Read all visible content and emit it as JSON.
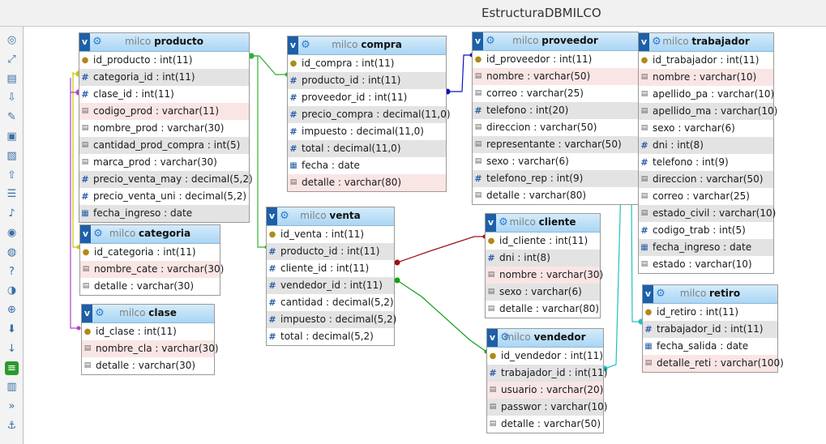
{
  "title": "EstructuraDBMILCO",
  "schema": "milco",
  "toolbar": [
    "restore-icon",
    "fit-icon",
    "add-table-icon",
    "export-icon",
    "edit-icon",
    "save-icon",
    "save-as-icon",
    "load-icon",
    "list-icon",
    "link-icon",
    "toggle-icon",
    "grid-icon",
    "help-icon",
    "small-icon",
    "all-icon",
    "down-icon",
    "download-icon",
    "relation-icon",
    "pdf-icon",
    "collapse-icon",
    "anchor-icon"
  ],
  "tables": [
    {
      "id": "producto",
      "name": "producto",
      "columns": [
        {
          "name": "id_producto : int(11)",
          "icon": "key",
          "bg": "none"
        },
        {
          "name": "categoria_id : int(11)",
          "icon": "index",
          "bg": "alt"
        },
        {
          "name": "clase_id : int(11)",
          "icon": "index",
          "bg": "none"
        },
        {
          "name": "codigo_prod : varchar(11)",
          "icon": "unique",
          "bg": "key"
        },
        {
          "name": "nombre_prod : varchar(30)",
          "icon": "field",
          "bg": "none"
        },
        {
          "name": "cantidad_prod_compra : int(5)",
          "icon": "field",
          "bg": "alt"
        },
        {
          "name": "marca_prod : varchar(30)",
          "icon": "field",
          "bg": "none"
        },
        {
          "name": "precio_venta_may : decimal(5,2)",
          "icon": "index",
          "bg": "alt"
        },
        {
          "name": "precio_venta_uni : decimal(5,2)",
          "icon": "index",
          "bg": "none"
        },
        {
          "name": "fecha_ingreso : date",
          "icon": "date",
          "bg": "alt"
        }
      ]
    },
    {
      "id": "categoria",
      "name": "categoria",
      "columns": [
        {
          "name": "id_categoria : int(11)",
          "icon": "key",
          "bg": "none"
        },
        {
          "name": "nombre_cate : varchar(30)",
          "icon": "unique",
          "bg": "key"
        },
        {
          "name": "detalle : varchar(30)",
          "icon": "field",
          "bg": "none"
        }
      ]
    },
    {
      "id": "clase",
      "name": "clase",
      "columns": [
        {
          "name": "id_clase : int(11)",
          "icon": "key",
          "bg": "none"
        },
        {
          "name": "nombre_cla : varchar(30)",
          "icon": "unique",
          "bg": "key"
        },
        {
          "name": "detalle : varchar(30)",
          "icon": "field",
          "bg": "none"
        }
      ]
    },
    {
      "id": "compra",
      "name": "compra",
      "columns": [
        {
          "name": "id_compra : int(11)",
          "icon": "key",
          "bg": "none"
        },
        {
          "name": "producto_id : int(11)",
          "icon": "index",
          "bg": "alt"
        },
        {
          "name": "proveedor_id : int(11)",
          "icon": "index",
          "bg": "none"
        },
        {
          "name": "precio_compra : decimal(11,0)",
          "icon": "index",
          "bg": "alt"
        },
        {
          "name": "impuesto : decimal(11,0)",
          "icon": "index",
          "bg": "none"
        },
        {
          "name": "total : decimal(11,0)",
          "icon": "index",
          "bg": "alt"
        },
        {
          "name": "fecha : date",
          "icon": "date",
          "bg": "none"
        },
        {
          "name": "detalle : varchar(80)",
          "icon": "unique",
          "bg": "key"
        }
      ]
    },
    {
      "id": "venta",
      "name": "venta",
      "columns": [
        {
          "name": "id_venta : int(11)",
          "icon": "key",
          "bg": "none"
        },
        {
          "name": "producto_id : int(11)",
          "icon": "index",
          "bg": "alt"
        },
        {
          "name": "cliente_id : int(11)",
          "icon": "index",
          "bg": "none"
        },
        {
          "name": "vendedor_id : int(11)",
          "icon": "index",
          "bg": "alt"
        },
        {
          "name": "cantidad : decimal(5,2)",
          "icon": "index",
          "bg": "none"
        },
        {
          "name": "impuesto : decimal(5,2)",
          "icon": "index",
          "bg": "alt"
        },
        {
          "name": "total : decimal(5,2)",
          "icon": "index",
          "bg": "none"
        }
      ]
    },
    {
      "id": "proveedor",
      "name": "proveedor",
      "columns": [
        {
          "name": "id_proveedor : int(11)",
          "icon": "key",
          "bg": "none"
        },
        {
          "name": "nombre : varchar(50)",
          "icon": "unique",
          "bg": "key"
        },
        {
          "name": "correo : varchar(25)",
          "icon": "field",
          "bg": "none"
        },
        {
          "name": "telefono : int(20)",
          "icon": "index",
          "bg": "alt"
        },
        {
          "name": "direccion : varchar(50)",
          "icon": "field",
          "bg": "none"
        },
        {
          "name": "representante : varchar(50)",
          "icon": "field",
          "bg": "alt"
        },
        {
          "name": "sexo : varchar(6)",
          "icon": "field",
          "bg": "none"
        },
        {
          "name": "telefono_rep : int(9)",
          "icon": "index",
          "bg": "alt"
        },
        {
          "name": "detalle : varchar(80)",
          "icon": "field",
          "bg": "none"
        }
      ]
    },
    {
      "id": "cliente",
      "name": "cliente",
      "columns": [
        {
          "name": "id_cliente : int(11)",
          "icon": "key",
          "bg": "none"
        },
        {
          "name": "dni : int(8)",
          "icon": "index",
          "bg": "alt"
        },
        {
          "name": "nombre : varchar(30)",
          "icon": "unique",
          "bg": "key"
        },
        {
          "name": "sexo : varchar(6)",
          "icon": "field",
          "bg": "alt"
        },
        {
          "name": "detalle : varchar(80)",
          "icon": "field",
          "bg": "none"
        }
      ]
    },
    {
      "id": "vendedor",
      "name": "vendedor",
      "columns": [
        {
          "name": "id_vendedor : int(11)",
          "icon": "key",
          "bg": "none"
        },
        {
          "name": "trabajador_id : int(11)",
          "icon": "index",
          "bg": "alt"
        },
        {
          "name": "usuario : varchar(20)",
          "icon": "unique",
          "bg": "key"
        },
        {
          "name": "passwor : varchar(10)",
          "icon": "field",
          "bg": "alt"
        },
        {
          "name": "detalle : varchar(50)",
          "icon": "field",
          "bg": "none"
        }
      ]
    },
    {
      "id": "trabajador",
      "name": "trabajador",
      "columns": [
        {
          "name": "id_trabajador : int(11)",
          "icon": "key",
          "bg": "none"
        },
        {
          "name": "nombre : varchar(10)",
          "icon": "unique",
          "bg": "key"
        },
        {
          "name": "apellido_pa : varchar(10)",
          "icon": "field",
          "bg": "none"
        },
        {
          "name": "apellido_ma : varchar(10)",
          "icon": "field",
          "bg": "alt"
        },
        {
          "name": "sexo : varchar(6)",
          "icon": "field",
          "bg": "none"
        },
        {
          "name": "dni : int(8)",
          "icon": "index",
          "bg": "alt"
        },
        {
          "name": "telefono : int(9)",
          "icon": "index",
          "bg": "none"
        },
        {
          "name": "direccion : varchar(50)",
          "icon": "field",
          "bg": "alt"
        },
        {
          "name": "correo : varchar(25)",
          "icon": "field",
          "bg": "none"
        },
        {
          "name": "estado_civil : varchar(10)",
          "icon": "field",
          "bg": "alt"
        },
        {
          "name": "codigo_trab : int(5)",
          "icon": "index",
          "bg": "none"
        },
        {
          "name": "fecha_ingreso : date",
          "icon": "date",
          "bg": "alt"
        },
        {
          "name": "estado : varchar(10)",
          "icon": "field",
          "bg": "none"
        }
      ]
    },
    {
      "id": "retiro",
      "name": "retiro",
      "columns": [
        {
          "name": "id_retiro : int(11)",
          "icon": "key",
          "bg": "none"
        },
        {
          "name": "trabajador_id : int(11)",
          "icon": "index",
          "bg": "alt"
        },
        {
          "name": "fecha_salida : date",
          "icon": "date",
          "bg": "none"
        },
        {
          "name": "detalle_reti : varchar(100)",
          "icon": "unique",
          "bg": "key"
        }
      ]
    }
  ],
  "relations": [
    {
      "from": "producto",
      "to": "categoria",
      "color": "#c8c800"
    },
    {
      "from": "producto",
      "to": "clase",
      "color": "#b040d0"
    },
    {
      "from": "compra",
      "to": "producto",
      "color": "#30b030"
    },
    {
      "from": "venta",
      "to": "producto",
      "color": "#30b030"
    },
    {
      "from": "compra",
      "to": "proveedor",
      "color": "#1010c0"
    },
    {
      "from": "venta",
      "to": "cliente",
      "color": "#a01010"
    },
    {
      "from": "venta",
      "to": "vendedor",
      "color": "#10a010"
    },
    {
      "from": "vendedor",
      "to": "trabajador",
      "color": "#20c0c0"
    },
    {
      "from": "retiro",
      "to": "trabajador",
      "color": "#20c0c0"
    }
  ]
}
